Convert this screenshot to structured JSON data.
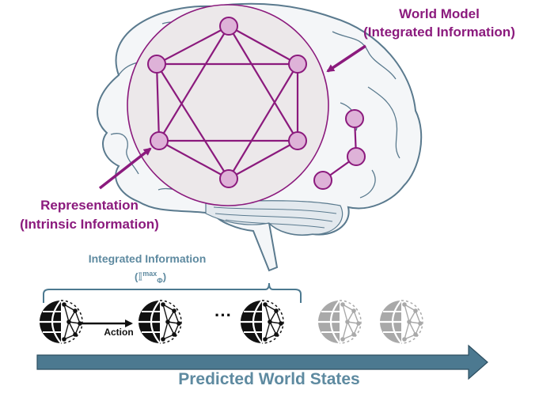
{
  "labels": {
    "world_model_line1": "World Model",
    "world_model_line2": "(Integrated Information)",
    "representation_line1": "Representation",
    "representation_line2": "(Intrinsic Information)",
    "integrated_information": "Integrated Information",
    "ii_symbol_open": "(",
    "ii_symbol_base": "𝕀",
    "ii_symbol_sup": "max",
    "ii_symbol_sub": "Φ",
    "ii_symbol_close": ")",
    "action": "Action",
    "ellipsis": "···",
    "predicted_world_states": "Predicted World States"
  },
  "colors": {
    "purple": "#8b1a7d",
    "node_fill": "#deb2d8",
    "circle_fill": "#ece8ea",
    "brain_stroke": "#5a7a8e",
    "teal": "#5e8aa0",
    "arrow_fill": "#4c7990",
    "globe_active": "#111111",
    "globe_faded": "#a9a9a9"
  },
  "world_states": [
    {
      "state": "active"
    },
    {
      "state": "active"
    },
    {
      "state": "active"
    },
    {
      "state": "faded"
    },
    {
      "state": "faded"
    }
  ]
}
